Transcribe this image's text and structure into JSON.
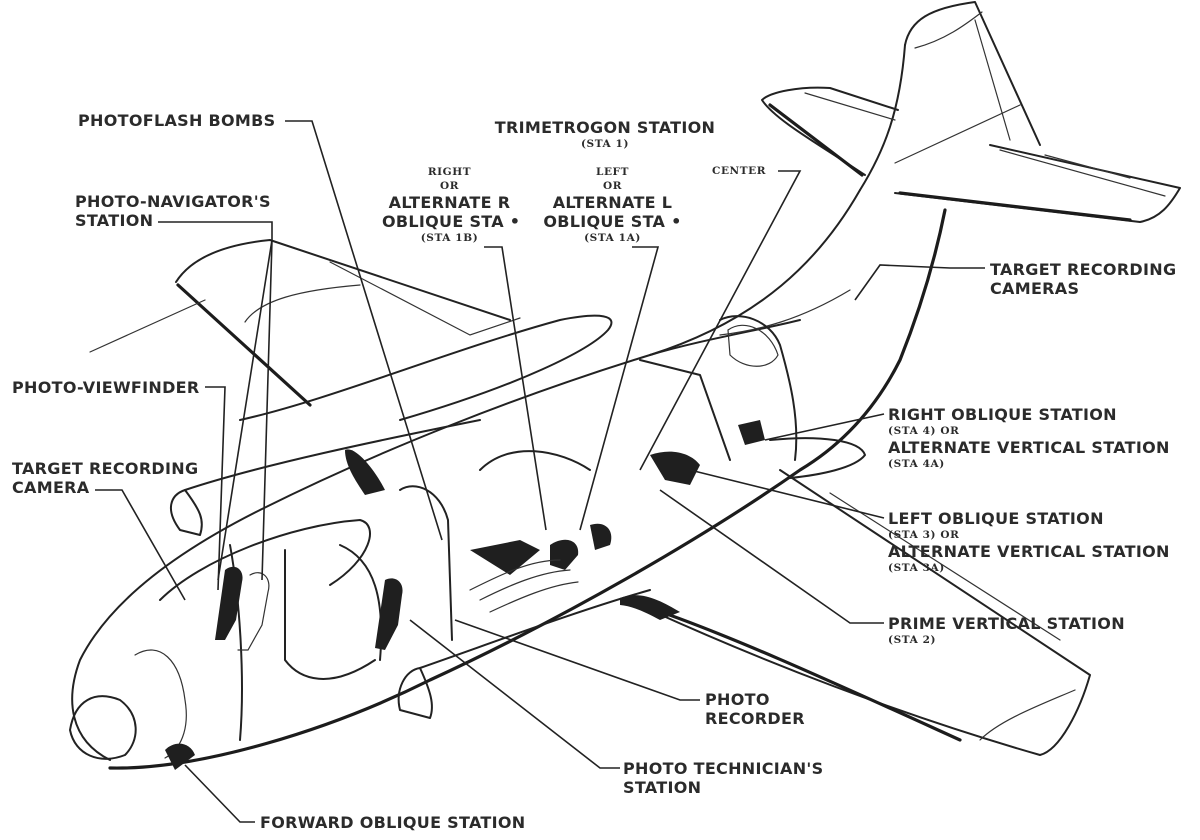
{
  "figure": {
    "subject": "Photo-reconnaissance aircraft cutaway showing camera and crew stations",
    "labels": {
      "photoflash_bombs": "PHOTOFLASH BOMBS",
      "photo_navigator": {
        "line1": "PHOTO-NAVIGATOR'S",
        "line2": "STATION"
      },
      "photo_viewfinder": "PHOTO-VIEWFINDER",
      "target_recording_camera": {
        "line1": "TARGET RECORDING",
        "line2": "CAMERA"
      },
      "trimetrogon": {
        "title": "TRIMETROGON STATION",
        "sub": "(STA 1)"
      },
      "right_alt_oblique": {
        "pre1": "RIGHT",
        "pre2": "OR",
        "line1": "ALTERNATE R",
        "line2": "OBLIQUE STA",
        "marker": "•",
        "sub": "(STA 1B)"
      },
      "left_alt_oblique": {
        "pre1": "LEFT",
        "pre2": "OR",
        "line1": "ALTERNATE L",
        "line2": "OBLIQUE STA",
        "marker": "•",
        "sub": "(STA 1A)"
      },
      "center": "CENTER",
      "target_recording_cameras": {
        "line1": "TARGET RECORDING",
        "line2": "CAMERAS"
      },
      "right_oblique_station": {
        "line1": "RIGHT OBLIQUE STATION",
        "sub1": "(STA 4)  OR",
        "line2": "ALTERNATE VERTICAL STATION",
        "sub2": "(STA 4A)"
      },
      "left_oblique_station": {
        "line1": "LEFT OBLIQUE STATION",
        "sub1": "(STA 3)  OR",
        "line2": "ALTERNATE VERTICAL STATION",
        "sub2": "(STA 3A)"
      },
      "prime_vertical_station": {
        "line1": "PRIME VERTICAL STATION",
        "sub": "(STA 2)"
      },
      "photo_recorder": {
        "line1": "PHOTO",
        "line2": "RECORDER"
      },
      "photo_technician": {
        "line1": "PHOTO TECHNICIAN'S",
        "line2": "STATION"
      },
      "forward_oblique_station": "FORWARD OBLIQUE STATION"
    }
  }
}
